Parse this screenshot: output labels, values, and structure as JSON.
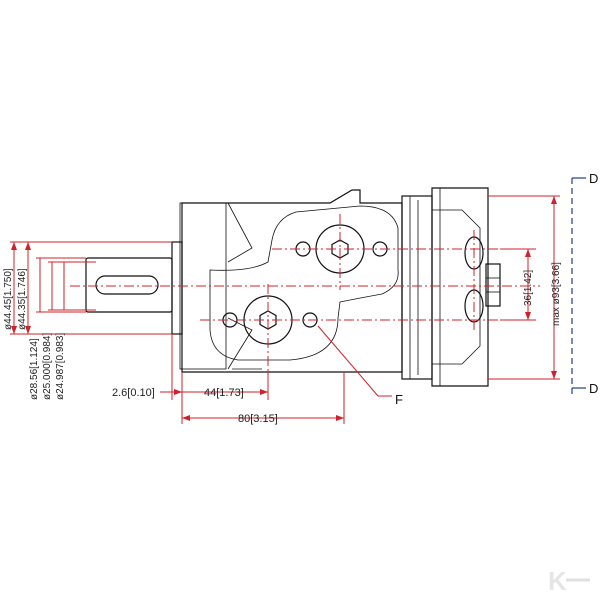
{
  "dimensions": {
    "flange_od": "ø44.45[1.750]",
    "flange_od_min": "ø44.35[1.746]",
    "shaft_od": "ø28.56[1.124]",
    "shaft_key_max": "ø25.000[0.984]",
    "shaft_key_min": "ø24.987[0.983]",
    "offset_small": "2.6[0.10]",
    "port_offset": "44[1.73]",
    "body_length": "80[3.15]",
    "port_spacing": "36[1.42]",
    "max_diameter": "max ø93[3.66]"
  },
  "callouts": {
    "port_label": "F",
    "section_top": "D",
    "section_bottom": "D"
  },
  "watermark": {
    "logo_letter": "K"
  },
  "colors": {
    "outline": "#111111",
    "dimension": "#d0202a",
    "section": "#1f3f8f"
  }
}
